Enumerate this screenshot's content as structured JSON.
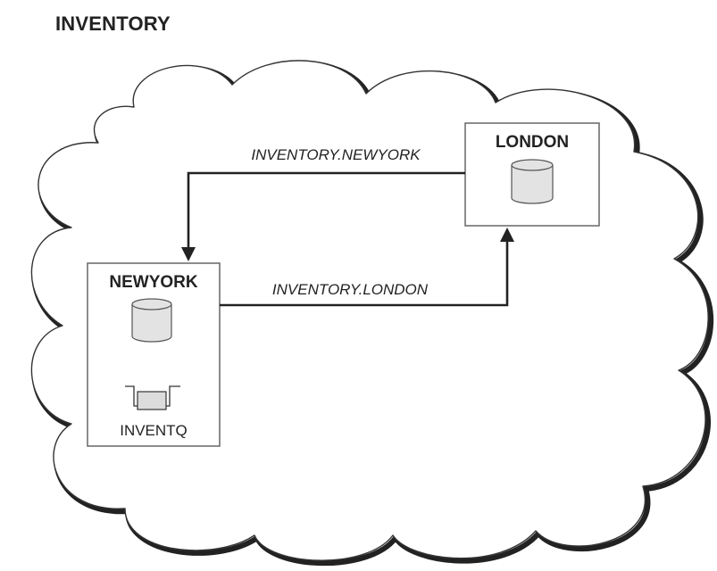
{
  "cluster": {
    "name": "INVENTORY"
  },
  "queue_managers": [
    {
      "name": "LONDON"
    },
    {
      "name": "NEWYORK"
    }
  ],
  "channels": [
    {
      "name": "INVENTORY.NEWYORK",
      "from": "LONDON",
      "to": "NEWYORK"
    },
    {
      "name": "INVENTORY.LONDON",
      "from": "NEWYORK",
      "to": "LONDON"
    }
  ],
  "queues": [
    {
      "name": "INVENTQ",
      "owner": "NEWYORK"
    }
  ],
  "colors": {
    "line": "#222222",
    "cylinder_fill": "#e3e3e3",
    "box_border": "#666666",
    "cloud_border": "#333333"
  }
}
